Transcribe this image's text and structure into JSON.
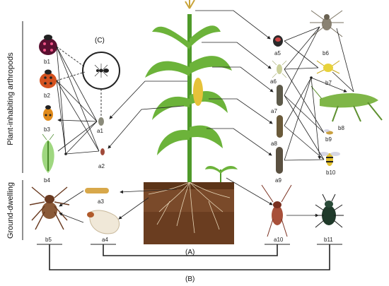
{
  "side_labels": {
    "plant": "Plant-inhabiting arthropods",
    "ground": "Ground-dwelling"
  },
  "group_labels": {
    "A": "(A)",
    "B": "(B)",
    "C": "(C)"
  },
  "organisms": {
    "a1": "a1",
    "a2": "a2",
    "a3": "a3",
    "a4": "a4",
    "a5": "a5",
    "a6": "a6",
    "a7": "a7",
    "a8": "a8",
    "a9": "a9",
    "a10": "a10",
    "b1": "b1",
    "b2": "b2",
    "b3": "b3",
    "b4": "b4",
    "b5": "b5",
    "b6": "b6",
    "b7": "b7",
    "b8": "b8",
    "b9": "b9",
    "b10": "b10",
    "b11": "b11"
  },
  "colors": {
    "soil": "#7a4a2a",
    "soil_dark": "#5c3418",
    "stalk": "#4f9a2a",
    "leaf": "#6cb33a",
    "corn": "#e6c23a",
    "line": "#222222"
  }
}
